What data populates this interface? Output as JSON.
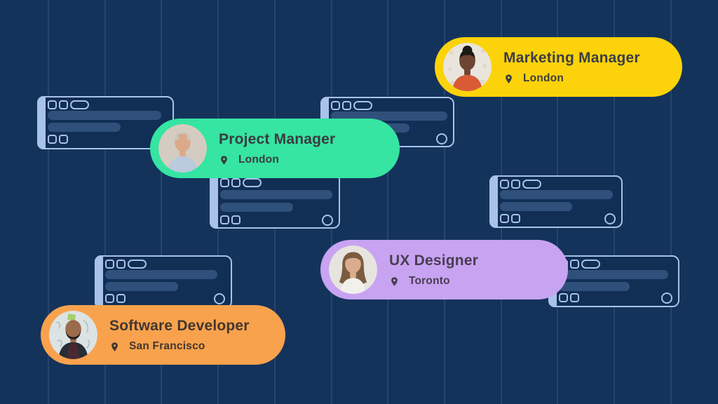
{
  "canvas": {
    "background_color": "#14335B",
    "grid_line_color": "rgba(166,192,232,0.13)",
    "wireframe_stroke_color": "#A8C2E9",
    "wireframe_fill_color": "#112E54",
    "wireframe_bar_color": "#30507C"
  },
  "pills": [
    {
      "role": "Marketing Manager",
      "location": "London",
      "pill_color": "#FCD30A",
      "text_color": "#3E3D43",
      "pin_icon": "location-pin-icon",
      "avatar": {
        "bg": "#EAE5DC",
        "skin": "#6E4432",
        "hair": "#1C1917",
        "shirt": "#D95B35",
        "marks": "#D6CDBD"
      }
    },
    {
      "role": "Project Manager",
      "location": "London",
      "pill_color": "#35E5A1",
      "text_color": "#3B3B40",
      "pin_icon": "location-pin-icon",
      "avatar": {
        "bg": "#D5CCC1",
        "skin": "#DCAA88",
        "hair": "#C9C7C0",
        "shirt": "#B9CBDC"
      }
    },
    {
      "role": "UX Designer",
      "location": "Toronto",
      "pill_color": "#C8A3F2",
      "text_color": "#473E52",
      "pin_icon": "location-pin-icon",
      "avatar": {
        "bg": "#E7E4DF",
        "skin": "#DBAC8B",
        "hair": "#7B5C40",
        "shirt": "#F2F0EC"
      }
    },
    {
      "role": "Software Developer",
      "location": "San Francisco",
      "pill_color": "#F9A24D",
      "text_color": "#42372F",
      "pin_icon": "location-pin-icon",
      "avatar": {
        "bg": "#DCE3E5",
        "skin": "#9B6B4C",
        "hair": "#26201E",
        "shirt": "#4A2832",
        "coat": "#272E36",
        "accent": "#A5CF6B",
        "marks": "#A9B4B6"
      }
    }
  ]
}
